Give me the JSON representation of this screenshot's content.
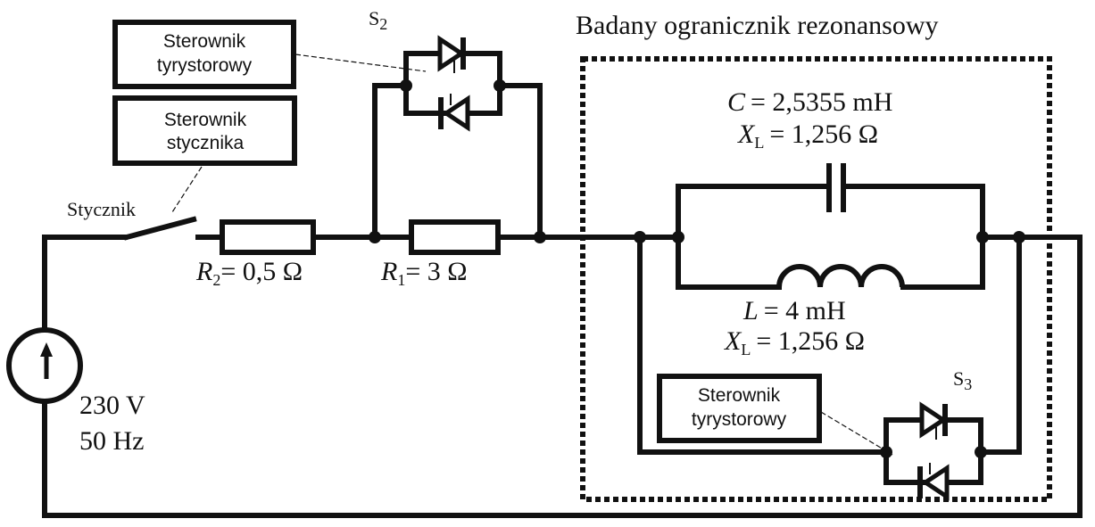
{
  "title": "Badany ogranicznik rezonansowy",
  "source": {
    "voltage": "230 V",
    "frequency": "50 Hz"
  },
  "contactor": {
    "label": "Stycznik"
  },
  "controllers": [
    {
      "id": "thyristor-controller-s2",
      "line1": "Sterownik",
      "line2": "tyrystorowy"
    },
    {
      "id": "contactor-controller",
      "line1": "Sterownik",
      "line2": "stycznika"
    },
    {
      "id": "thyristor-controller-s3",
      "line1": "Sterownik",
      "line2": "tyrystorowy"
    }
  ],
  "switches": [
    {
      "symbol": "S",
      "index": "2"
    },
    {
      "symbol": "S",
      "index": "3"
    }
  ],
  "resistors": [
    {
      "symbol": "R",
      "index": "2",
      "eq": "= 0,5 Ω"
    },
    {
      "symbol": "R",
      "index": "1",
      "eq": "= 3 Ω"
    }
  ],
  "capacitor": {
    "line1_symbol": "C",
    "line1_eq": "= 2,5355 mH",
    "line2_symbol": "X",
    "line2_index": "L",
    "line2_eq": "= 1,256 Ω"
  },
  "inductor": {
    "line1_symbol": "L",
    "line1_eq": "= 4 mH",
    "line2_symbol": "X",
    "line2_index": "L",
    "line2_eq": "= 1,256 Ω"
  }
}
